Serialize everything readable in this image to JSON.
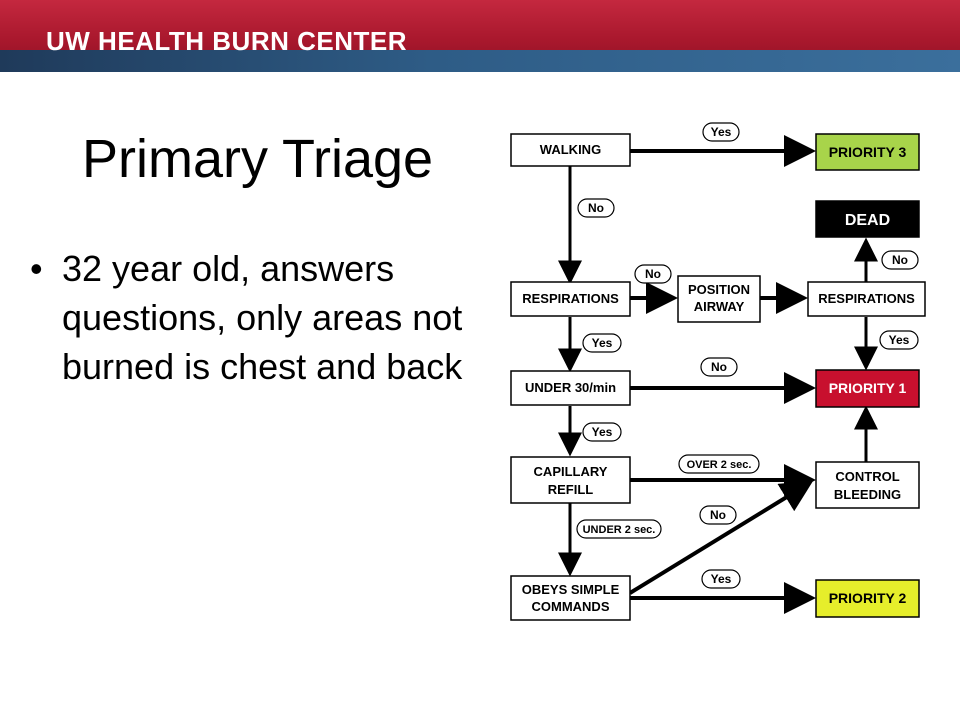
{
  "header": {
    "title": "UW HEALTH BURN CENTER"
  },
  "slide": {
    "title": "Primary Triage",
    "bullets": [
      "32 year old, answers questions, only areas not burned is chest and back"
    ]
  },
  "flowchart": {
    "nodes": {
      "walking": [
        "WALKING"
      ],
      "priority3": [
        "PRIORITY 3"
      ],
      "dead": [
        "DEAD"
      ],
      "respirations1": [
        "RESPIRATIONS"
      ],
      "position_airway": [
        "POSITION",
        "AIRWAY"
      ],
      "respirations2": [
        "RESPIRATIONS"
      ],
      "under30": [
        "UNDER 30/min"
      ],
      "priority1": [
        "PRIORITY 1"
      ],
      "capillary_refill": [
        "CAPILLARY",
        "REFILL"
      ],
      "control_bleeding": [
        "CONTROL",
        "BLEEDING"
      ],
      "obeys_commands": [
        "OBEYS SIMPLE",
        "COMMANDS"
      ],
      "priority2": [
        "PRIORITY 2"
      ]
    },
    "edge_labels": {
      "walking_yes": "Yes",
      "walking_no": "No",
      "resp1_no": "No",
      "resp2_no": "No",
      "resp1_yes": "Yes",
      "resp2_yes": "Yes",
      "under30_no": "No",
      "under30_yes": "Yes",
      "cap_over": "OVER 2 sec.",
      "cap_under": "UNDER 2 sec.",
      "obeys_no": "No",
      "obeys_yes": "Yes"
    },
    "colors": {
      "priority3": "#a8d44a",
      "dead": "#000000",
      "priority1": "#c8102e",
      "priority2": "#e6ee2b"
    }
  }
}
